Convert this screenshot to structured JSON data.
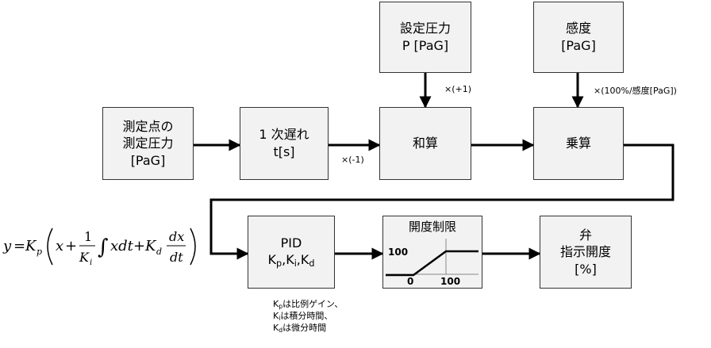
{
  "blocks": {
    "measured": {
      "lines": [
        "測定点の",
        "測定圧力",
        "[PaG]"
      ]
    },
    "lag": {
      "lines": [
        "1 次遅れ",
        "t[s]"
      ]
    },
    "setpoint": {
      "lines": [
        "設定圧力",
        "P [PaG]"
      ]
    },
    "sum": {
      "lines": [
        "和算"
      ]
    },
    "sensitivity": {
      "lines": [
        "感度",
        "[PaG]"
      ]
    },
    "multiply": {
      "lines": [
        "乗算"
      ]
    },
    "pid": {
      "title": "PID",
      "k": "K",
      "p": "p",
      "i": "i",
      "d": "d"
    },
    "limit": {
      "title": "開度制限",
      "y_tick": "100",
      "x_tick_0": "0",
      "x_tick_100": "100"
    },
    "valve": {
      "lines": [
        "弁",
        "指示開度",
        "[%]"
      ]
    }
  },
  "labels": {
    "gain_neg": "×(-1)",
    "gain_pos": "×(+1)",
    "gain_sens": "×(100%/感度[PaG])"
  },
  "notes": {
    "k": "K",
    "kp_sub": "p",
    "kp_text": "は比例ゲイン、",
    "ki_sub": "i",
    "ki_text": "は積分時間、",
    "kd_sub": "d",
    "kd_text": "は微分時間"
  },
  "formula": {
    "y": "y",
    "eq": "=",
    "K": "K",
    "p": "p",
    "x": "x",
    "plus": "+",
    "one": "1",
    "Ki": "K",
    "i": "i",
    "integral": "∫",
    "xdt": "xdt",
    "Kd": "K",
    "d": "d",
    "dx": "dx",
    "dt": "dt"
  }
}
